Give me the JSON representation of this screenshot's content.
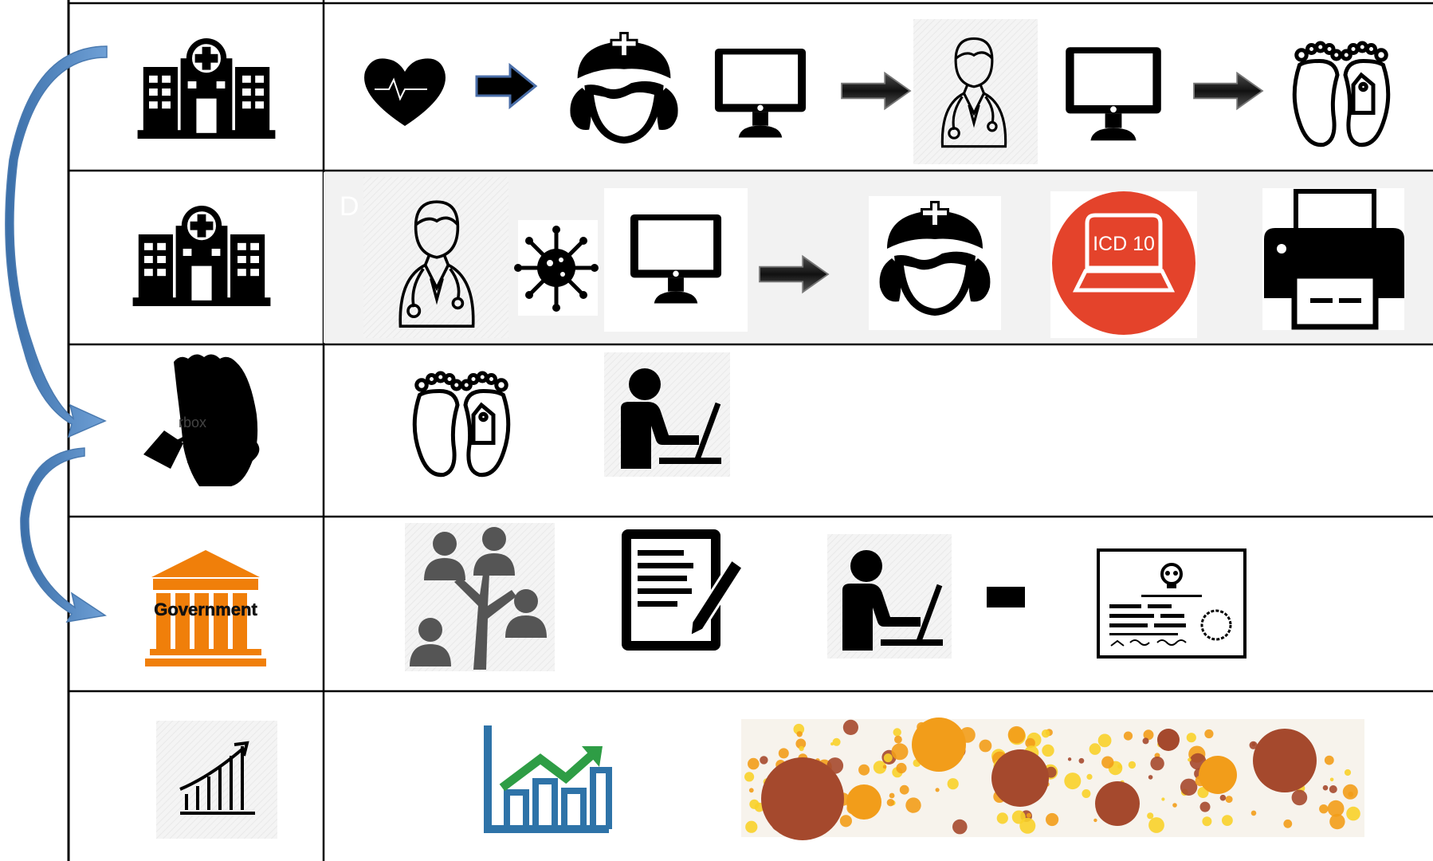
{
  "colors": {
    "line": "#000000",
    "arrow_blue": "#4f81bd",
    "government_orange": "#f07f0a",
    "icd_red": "#e4432b",
    "chart_blue": "#2e73a8",
    "chart_green": "#2e9d45",
    "bubble_orange": "#f29d1a",
    "bubble_brown": "#a5492d",
    "bubble_yellow": "#f8d12a"
  },
  "rows": [
    {
      "name": "hospital-flow",
      "left_icon": "hospital-icon",
      "items": [
        "heart-pulse-icon",
        "arrow-right-icon",
        "nurse-icon",
        "monitor-icon",
        "arrow-right-icon",
        "doctor-icon",
        "monitor-icon",
        "arrow-right-icon",
        "toe-tag-feet-icon"
      ]
    },
    {
      "name": "diagnosis-coding",
      "left_icon": "hospital-icon",
      "partial_text": "D",
      "items": [
        "doctor-icon",
        "virus-icon",
        "monitor-icon",
        "arrow-right-icon",
        "nurse-icon",
        "icd-laptop-icon",
        "printer-icon"
      ],
      "icd_label": "ICD 10"
    },
    {
      "name": "deceased-registration",
      "left_icon": "tagged-foot-icon",
      "watermark": "rbox",
      "items": [
        "toe-tag-feet-icon",
        "person-at-laptop-icon"
      ]
    },
    {
      "name": "government-certification",
      "left_icon": "government-building-icon",
      "government_label": "Government",
      "items": [
        "family-tree-icon",
        "document-edit-icon",
        "person-at-laptop-icon",
        "dash-icon",
        "death-certificate-icon"
      ]
    },
    {
      "name": "statistics-output",
      "left_icon": "growth-chart-icon",
      "items": [
        "bar-trend-chart-icon",
        "bubble-infographic-image"
      ]
    }
  ]
}
